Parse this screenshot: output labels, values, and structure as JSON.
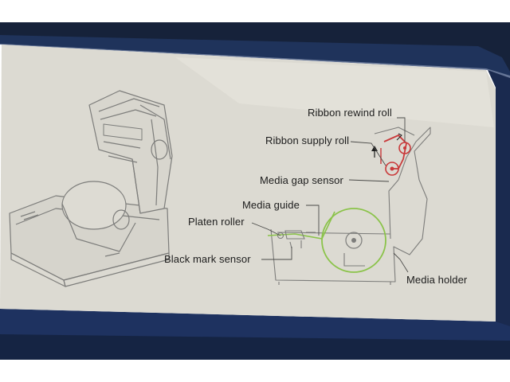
{
  "image": {
    "kind": "photo of printed label-printer diagram",
    "colors": {
      "frame_outer": "#16223a",
      "frame_inner": "#1f3563",
      "panel": "#dcdad2",
      "panel_edge": "#c9c7bf",
      "line_art": "#7d7d7b",
      "ribbon_highlight": "#c9393a",
      "media_highlight": "#8bc34a",
      "label_text": "#1c1c1c"
    }
  },
  "callouts": {
    "ribbon_rewind_roll": "Ribbon rewind roll",
    "ribbon_supply_roll": "Ribbon supply roll",
    "media_gap_sensor": "Media gap sensor",
    "media_guide": "Media guide",
    "platen_roller": "Platen roller",
    "black_mark_sensor": "Black mark sensor",
    "media_holder": "Media holder"
  }
}
